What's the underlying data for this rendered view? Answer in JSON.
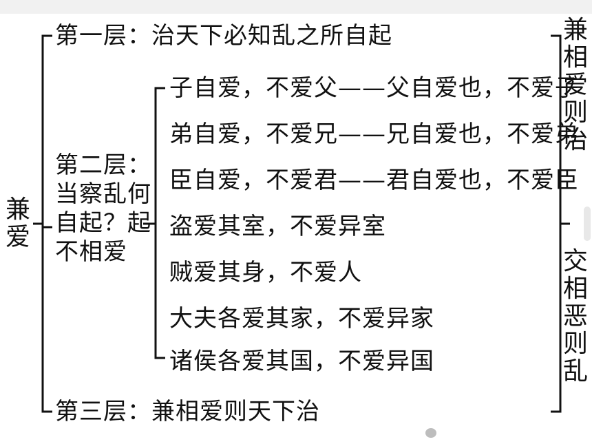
{
  "root_label": "兼爱",
  "layer1": "第一层：治天下必知乱之所自起",
  "layer2_label": [
    "第二层：",
    "当察乱何",
    "自起？起",
    "不相爱"
  ],
  "layer2_items": [
    "子自爱，不爱父——父自爱也，不爱子",
    "弟自爱，不爱兄——兄自爱也，不爱弟",
    "臣自爱，不爱君——君自爱也，不爱臣",
    "盗爱其室，不爱异室",
    "贼爱其身，不爱人",
    "大夫各爱其家，不爱异家",
    "诸侯各爱其国，不爱异国"
  ],
  "layer3": "第三层：兼相爱则天下治",
  "right_top": "兼相爱则治",
  "right_bottom": "交相恶则乱"
}
